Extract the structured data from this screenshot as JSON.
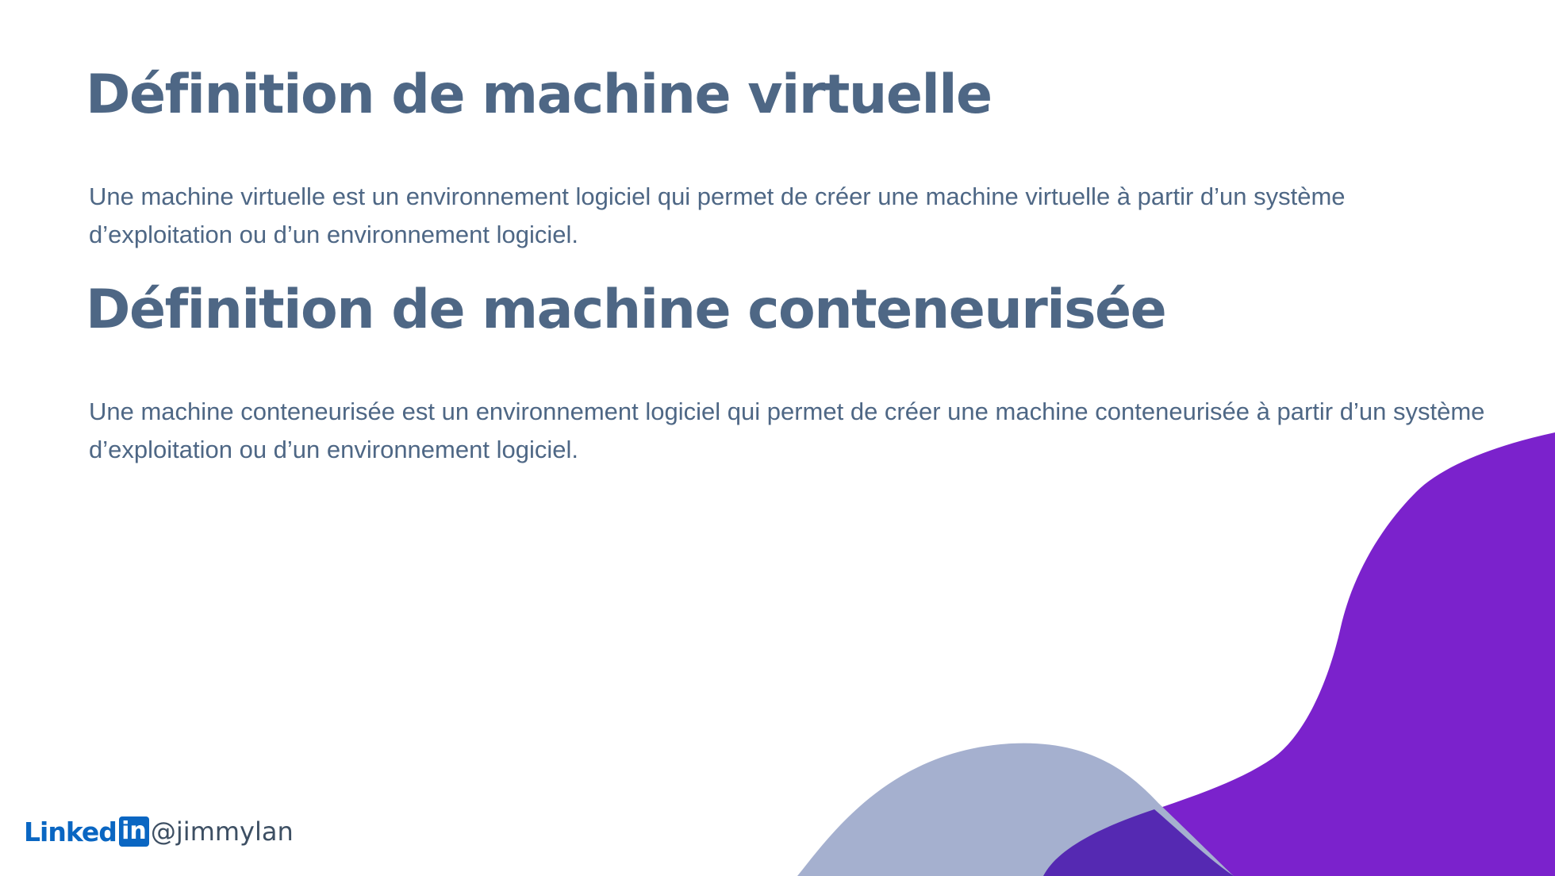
{
  "slide": {
    "sections": [
      {
        "title": "Définition de machine virtuelle",
        "body": "Une machine virtuelle est un environnement logiciel qui permet de créer une machine virtuelle à partir d’un système d’exploitation ou d’un environnement logiciel."
      },
      {
        "title": "Définition de machine conteneurisée",
        "body": "Une machine conteneurisée est un environnement logiciel qui permet de créer une machine conteneurisée à partir d’un système d’exploitation ou d’un environnement logiciel."
      }
    ]
  },
  "footer": {
    "logo_word": "Linked",
    "logo_box": "in",
    "handle": "@jimmylan",
    "logo_color": "#0a66c2"
  },
  "colors": {
    "text": "#4e6785",
    "blob_purple": "#7b22cc",
    "blob_gray": "#a5b0cf",
    "blob_overlap": "#5529b2",
    "background": "#ffffff"
  }
}
